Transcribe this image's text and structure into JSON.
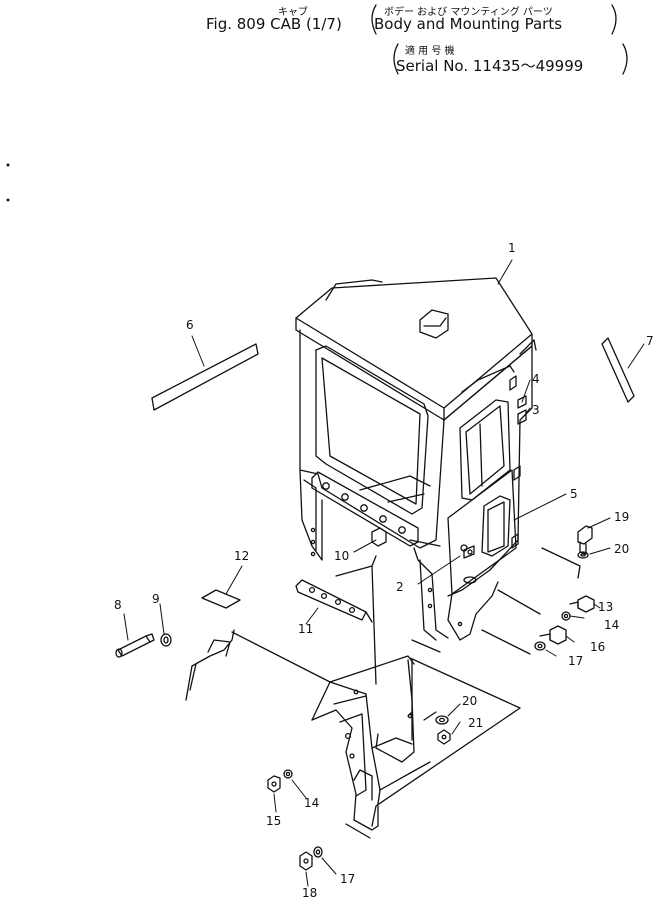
{
  "header": {
    "fig_ruby": "キャブ",
    "fig_title": "Fig. 809  CAB (1/7)",
    "desc_ruby": "ボデー および マウンティング パーツ",
    "desc_title": "Body and Mounting Parts",
    "serial_ruby": "適 用 号 機",
    "serial_title": "Serial No. 11435～49999"
  },
  "callouts": [
    {
      "id": "c1",
      "text": "1"
    },
    {
      "id": "c2",
      "text": "2"
    },
    {
      "id": "c3",
      "text": "3"
    },
    {
      "id": "c4",
      "text": "4"
    },
    {
      "id": "c5",
      "text": "5"
    },
    {
      "id": "c6",
      "text": "6"
    },
    {
      "id": "c7",
      "text": "7"
    },
    {
      "id": "c8",
      "text": "8"
    },
    {
      "id": "c9",
      "text": "9"
    },
    {
      "id": "c10",
      "text": "10"
    },
    {
      "id": "c11",
      "text": "11"
    },
    {
      "id": "c12",
      "text": "12"
    },
    {
      "id": "c13",
      "text": "13"
    },
    {
      "id": "c14a",
      "text": "14"
    },
    {
      "id": "c14b",
      "text": "14"
    },
    {
      "id": "c15",
      "text": "15"
    },
    {
      "id": "c16",
      "text": "16"
    },
    {
      "id": "c17a",
      "text": "17"
    },
    {
      "id": "c17b",
      "text": "17"
    },
    {
      "id": "c18",
      "text": "18"
    },
    {
      "id": "c19",
      "text": "19"
    },
    {
      "id": "c20a",
      "text": "20"
    },
    {
      "id": "c20b",
      "text": "20"
    },
    {
      "id": "c21",
      "text": "21"
    }
  ]
}
